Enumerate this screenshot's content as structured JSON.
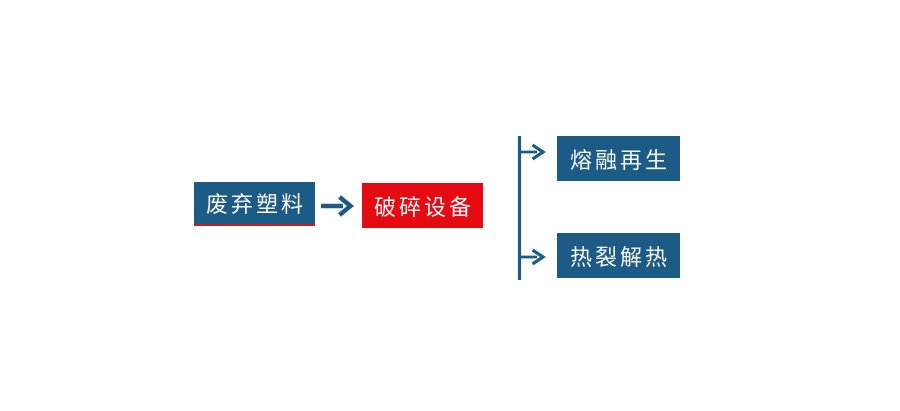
{
  "flowchart": {
    "title": "",
    "source": {
      "label": "废弃塑料"
    },
    "process": {
      "label": "破碎设备"
    },
    "outputs": [
      {
        "label": "熔融再生"
      },
      {
        "label": "热裂解热"
      }
    ]
  },
  "colors": {
    "node_blue": "#1d5b87",
    "node_red": "#e60b13",
    "source_underline_red": "#d9131c",
    "arrow_blue": "#1d5b87",
    "text": "#f7f7f7",
    "background": "#ffffff"
  }
}
